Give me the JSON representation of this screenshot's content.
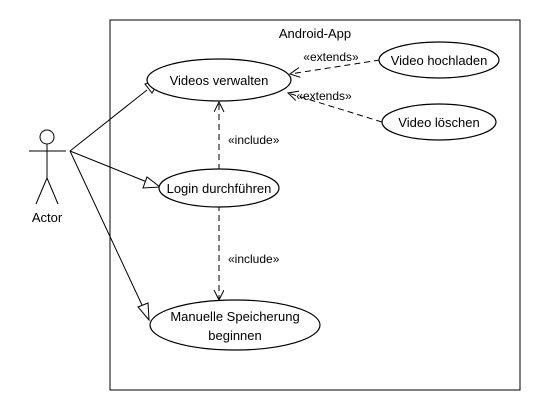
{
  "system": {
    "name": "Android-App"
  },
  "actor": {
    "name": "Actor"
  },
  "use_cases": {
    "videos_verwalten": "Videos verwalten",
    "video_hochladen": "Video hochladen",
    "video_loeschen": "Video löschen",
    "login_durchfuehren": "Login durchführen",
    "manuelle_speicherung_line1": "Manuelle Speicherung",
    "manuelle_speicherung_line2": "beginnen"
  },
  "relations": {
    "extends_upload": "«extends»",
    "extends_delete": "«extends»",
    "include_login_videos": "«include»",
    "include_login_speicherung": "«include»"
  },
  "colors": {
    "line": "#000000",
    "background": "#ffffff"
  }
}
